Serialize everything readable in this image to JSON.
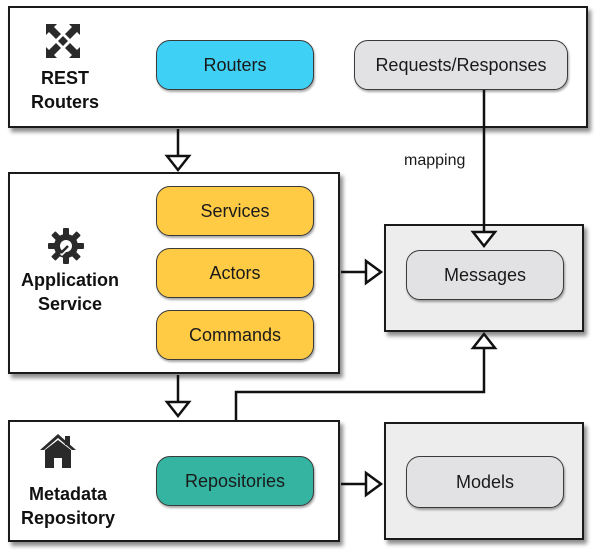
{
  "layers": {
    "rest": {
      "label_line1": "REST",
      "label_line2": "Routers",
      "icon": "compress-arrows-icon"
    },
    "app": {
      "label_line1": "Application",
      "label_line2": "Service",
      "icon": "gear-wrench-icon"
    },
    "meta": {
      "label_line1": "Metadata",
      "label_line2": "Repository",
      "icon": "house-icon"
    }
  },
  "components": {
    "routers": "Routers",
    "requests_responses": "Requests/Responses",
    "services": "Services",
    "actors": "Actors",
    "commands": "Commands",
    "repositories": "Repositories",
    "messages": "Messages",
    "models": "Models"
  },
  "edge_labels": {
    "mapping": "mapping"
  },
  "colors": {
    "router_blue": "#3fd0f5",
    "service_yellow": "#ffcb45",
    "repo_teal": "#34b4a1",
    "neutral_grey": "#e2e2e4",
    "side_panel": "#ededed"
  }
}
